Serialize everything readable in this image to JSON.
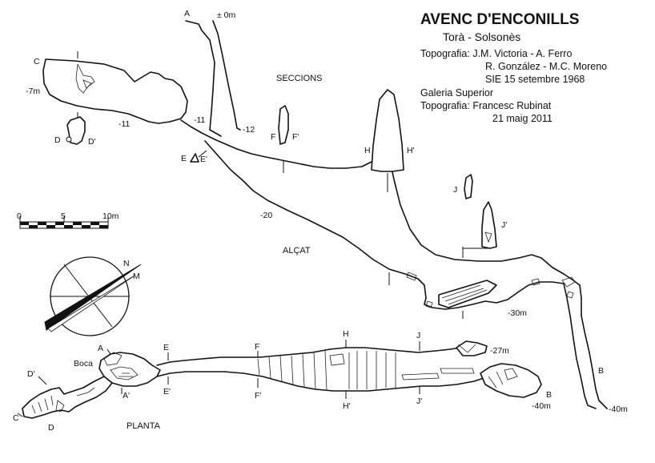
{
  "header": {
    "title": "AVENC D'ENCONILLS",
    "location": "Torà - Solsonès",
    "credits": [
      "Topografia: J.M. Victoria - A. Ferro",
      "R. González - M.C. Moreno",
      "SIE 15 setembre 1968",
      "Galeria Superior",
      "Topografia: Francesc Rubinat",
      "21 maig 2011"
    ]
  },
  "views": {
    "sections": "SECCIONS",
    "elevation": "ALÇAT",
    "plan": "PLANTA"
  },
  "scale_bar": {
    "ticks": [
      "0",
      "5",
      "10m"
    ]
  },
  "north_arrow": {
    "labels": [
      "N",
      "M"
    ]
  },
  "elevation_labels": {
    "entrance_a": "A",
    "zero_depth": "± 0m",
    "c": "C",
    "c_depth": "-7m",
    "d": "D",
    "d_prime": "D'",
    "depth_11_left": "-11",
    "depth_11_shaft": "-11",
    "depth_12": "-12",
    "e": "E",
    "e_prime": "E'",
    "f": "F",
    "f_prime": "F'",
    "h": "H",
    "h_prime": "H'",
    "j": "J",
    "j_prime": "J'",
    "depth_20": "-20",
    "depth_30": "-30m",
    "b": "B",
    "depth_40": "-40m"
  },
  "plan_labels": {
    "a": "A",
    "boca": "Boca",
    "a_prime": "A'",
    "c": "C",
    "d": "D",
    "d_prime": "D'",
    "e": "E",
    "e_prime": "E'",
    "f": "F",
    "f_prime": "F'",
    "h": "H",
    "h_prime": "H'",
    "j": "J",
    "j_prime": "J'",
    "depth_27": "-27m",
    "b": "B",
    "depth_40": "-40m"
  }
}
